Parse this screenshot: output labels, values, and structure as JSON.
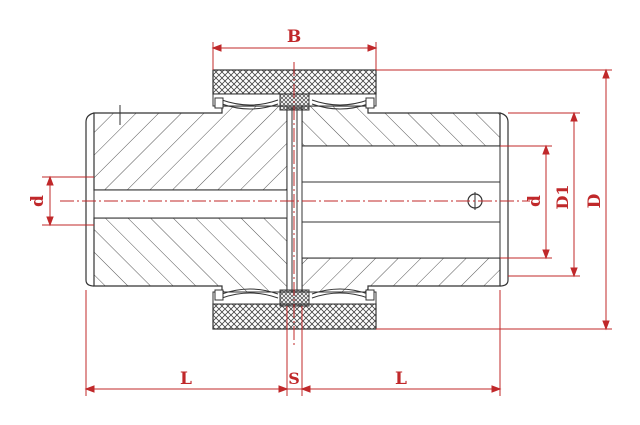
{
  "colors": {
    "outline": "#333333",
    "hatch": "#555555",
    "dimension": "#c0282a",
    "knurl": "#444444",
    "background": "#ffffff"
  },
  "labels": {
    "B": "B",
    "d_left": "d",
    "d_right": "d",
    "D1": "D1",
    "D": "D",
    "L_left": "L",
    "S": "S",
    "L_right": "L"
  }
}
